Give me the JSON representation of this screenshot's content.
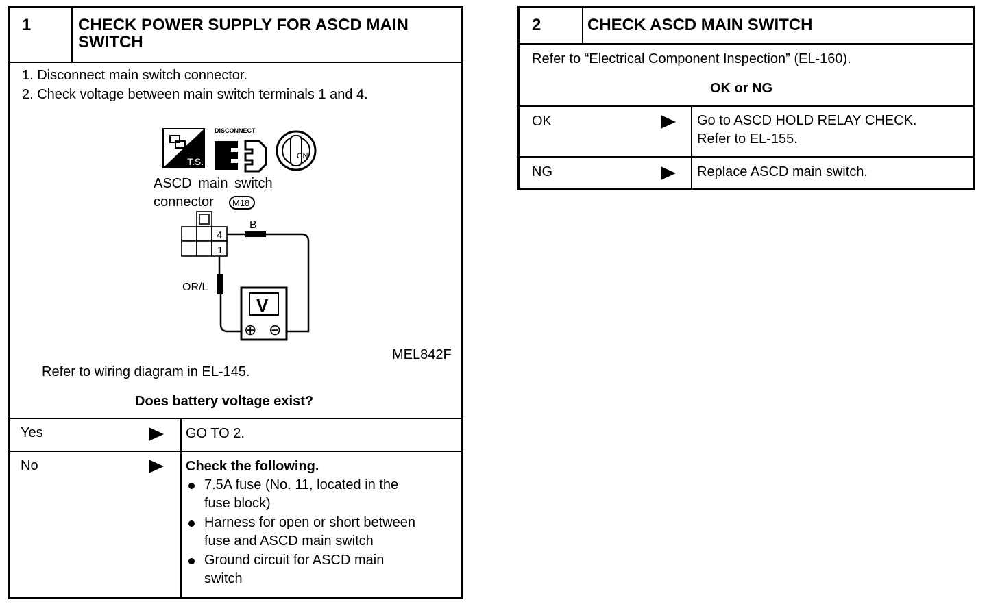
{
  "step1": {
    "number": "1",
    "title_line1": "CHECK POWER SUPPLY FOR ASCD MAIN",
    "title_line2": "SWITCH",
    "instructions": [
      "1.  Disconnect main switch connector.",
      "2.  Check voltage between main switch terminals 1 and 4."
    ],
    "diagram": {
      "icon_ts_label": "T.S.",
      "icon_disconnect_label": "DISCONNECT",
      "icon_ignition_label": "ON",
      "connector_label_line1": "ASCD main switch",
      "connector_label_line2": "connector",
      "connector_code": "M18",
      "terminal_4": "4",
      "terminal_1": "1",
      "wire_b": "B",
      "wire_orl": "OR/L",
      "meter_label": "V",
      "plus": "⊕",
      "minus": "⊖",
      "figure_code": "MEL842F"
    },
    "reference": "Refer to wiring diagram in EL-145.",
    "question": "Does battery voltage exist?",
    "yes_label": "Yes",
    "yes_result": "GO TO 2.",
    "no_label": "No",
    "no_heading": "Check the following.",
    "no_items": [
      [
        "7.5A fuse (No. 11, located in the",
        "fuse block)"
      ],
      [
        "Harness for open or short between",
        "fuse and ASCD main switch"
      ],
      [
        "Ground circuit for ASCD main",
        "switch"
      ]
    ]
  },
  "step2": {
    "number": "2",
    "title": "CHECK ASCD MAIN SWITCH",
    "reference": "Refer to “Electrical Component Inspection” (EL-160).",
    "question": "OK or NG",
    "ok_label": "OK",
    "ok_result_line1": "Go to ASCD HOLD RELAY CHECK.",
    "ok_result_line2": "Refer to EL-155.",
    "ng_label": "NG",
    "ng_result": "Replace ASCD main switch."
  }
}
